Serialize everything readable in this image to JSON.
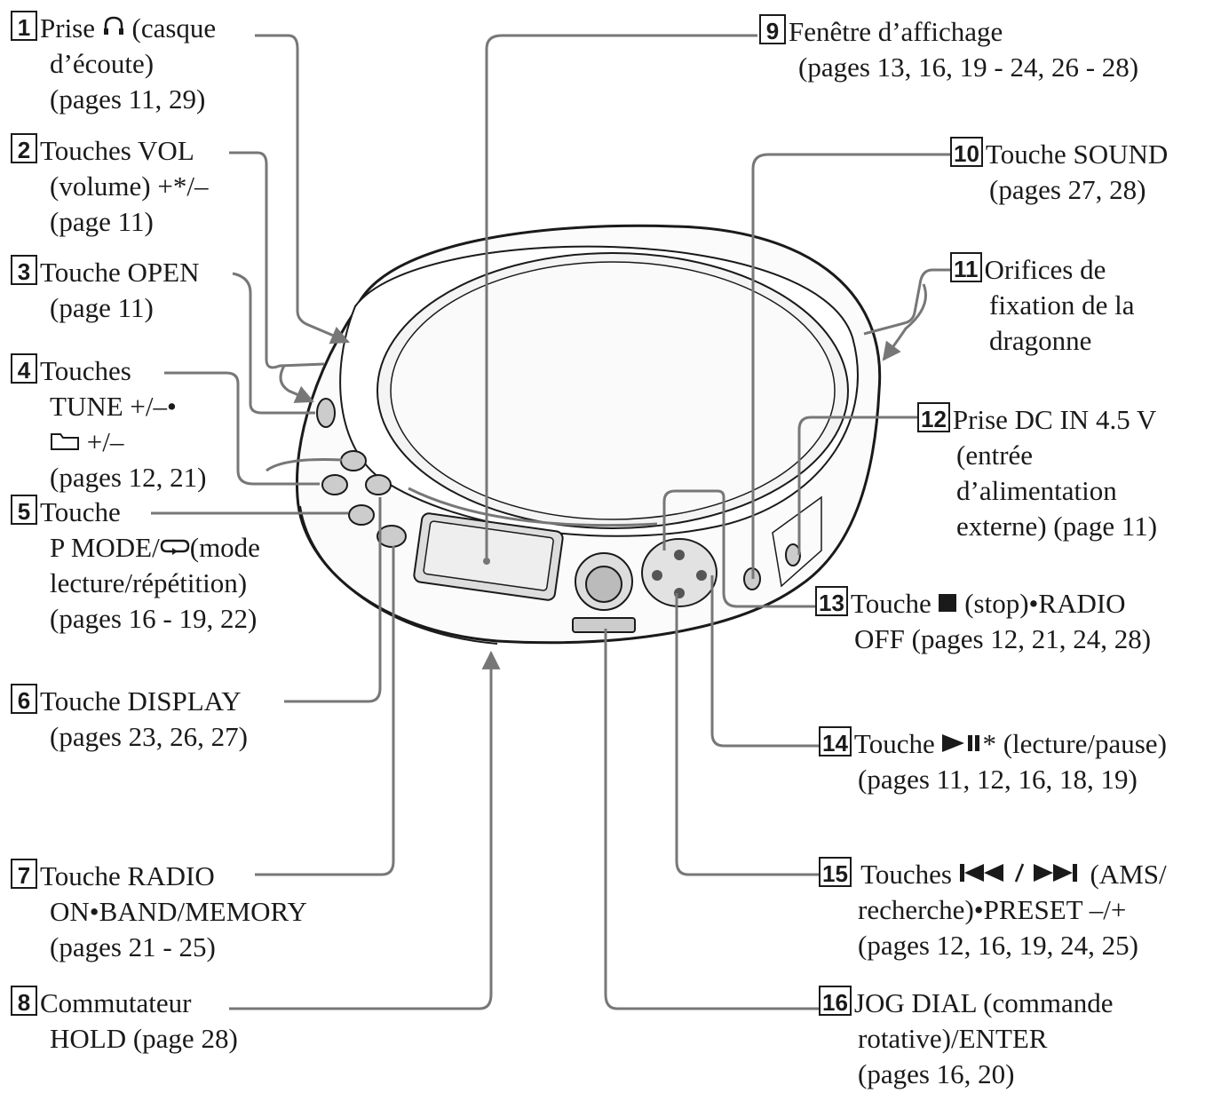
{
  "callouts": [
    {
      "n": "1",
      "l1": "Prise",
      "l2": "(casque",
      "rest": [
        "d’écoute)",
        "(pages 11, 29)"
      ],
      "icon": "headphones-icon"
    },
    {
      "n": "2",
      "l1": "Touches VOL",
      "rest": [
        "(volume) +*/–",
        "(page 11)"
      ]
    },
    {
      "n": "3",
      "l1": "Touche OPEN",
      "rest": [
        "(page 11)"
      ]
    },
    {
      "n": "4",
      "l1": "Touches",
      "rest": [
        "TUNE +/–•",
        "+/–",
        "(pages 12, 21)"
      ],
      "icon": "folder-icon"
    },
    {
      "n": "5",
      "l1": "Touche",
      "rest": [
        "P MODE/",
        "mode",
        "lecture/répétition)",
        "(pages 16 - 19, 22)"
      ],
      "icon": "repeat-icon"
    },
    {
      "n": "6",
      "l1": "Touche DISPLAY",
      "rest": [
        "(pages 23, 26, 27)"
      ]
    },
    {
      "n": "7",
      "l1": "Touche RADIO",
      "rest": [
        "ON•BAND/MEMORY",
        "(pages 21 - 25)"
      ]
    },
    {
      "n": "8",
      "l1": "Commutateur",
      "rest": [
        "HOLD (page 28)"
      ]
    },
    {
      "n": "9",
      "l1": "Fenêtre d’affichage",
      "rest": [
        "(pages 13, 16, 19 - 24, 26 - 28)"
      ]
    },
    {
      "n": "10",
      "l1": "Touche SOUND",
      "rest": [
        "(pages 27, 28)"
      ]
    },
    {
      "n": "11",
      "l1": "Orifices de",
      "rest": [
        "fixation de la",
        "dragonne"
      ]
    },
    {
      "n": "12",
      "l1": "Prise DC IN 4.5 V",
      "rest": [
        "(entrée",
        "d’alimentation",
        "externe) (page 11)"
      ]
    },
    {
      "n": "13",
      "l1": "Touche",
      "l2": "(stop)•RADIO",
      "rest": [
        "OFF (pages 12, 21, 24, 28)"
      ],
      "icon": "stop-icon"
    },
    {
      "n": "14",
      "l1": "Touche",
      "l2": "* (lecture/pause)",
      "rest": [
        "(pages 11, 12, 16, 18, 19)"
      ],
      "icon": "play-pause-icon"
    },
    {
      "n": "15",
      "l1": "Touches",
      "l2": "(AMS/",
      "rest": [
        "recherche)•PRESET –/+",
        "(pages 12, 16, 19, 24, 25)"
      ],
      "icon": "prev-next-icon"
    },
    {
      "n": "16",
      "l1": "JOG DIAL (commande",
      "rest": [
        "rotative)/ENTER",
        "(pages 16, 20)"
      ]
    }
  ]
}
